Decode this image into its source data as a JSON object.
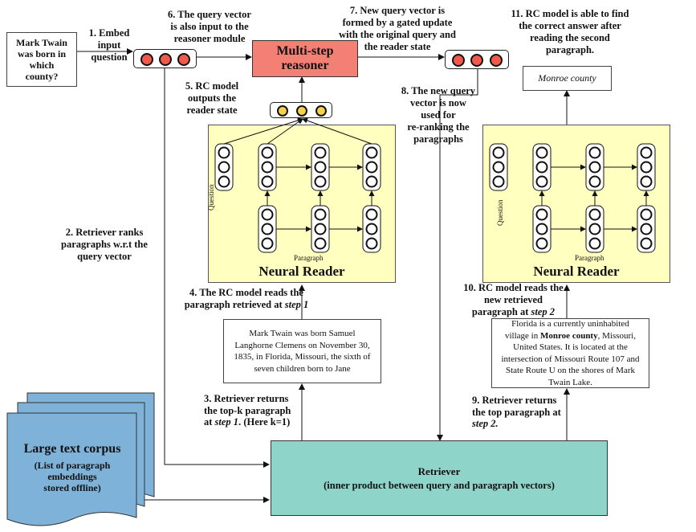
{
  "question_box": {
    "text": "Mark Twain\nwas born in\nwhich\ncounty?"
  },
  "reasoner": {
    "label": "Multi-step\nreasoner",
    "color": "#f47f75"
  },
  "answer_box": {
    "text": "Monroe county"
  },
  "reader_left": {
    "title": "Neural Reader",
    "question_label": "Question",
    "paragraph_label": "Paragraph"
  },
  "reader_right": {
    "title": "Neural Reader",
    "question_label": "Question",
    "paragraph_label": "Paragraph"
  },
  "paragraph_step1": {
    "text": "Mark Twain was born Samuel Langhorne Clemens on November 30, 1835, in Florida, Missouri, the sixth of seven children born to Jane"
  },
  "paragraph_step2": {
    "text_before": "Florida is a currently uninhabited village in ",
    "text_bold": "Monroe county",
    "text_after": ", Missouri, United States.  It is located at the intersection of Missouri Route 107 and State Route U on the shores of Mark Twain Lake."
  },
  "corpus": {
    "title": "Large text corpus",
    "subtitle": "(List of paragraph\nembeddings\nstored offline)",
    "color": "#7fb2d9"
  },
  "retriever": {
    "title": "Retriever",
    "subtitle": "(inner product between query and paragraph vectors)",
    "color": "#8ed4c8"
  },
  "annotations": {
    "a1": "1. Embed input\nquestion",
    "a2": "2. Retriever ranks\nparagraphs w.r.t the\nquery vector",
    "a3_pre": "3. Retriever returns\nthe top-k paragraph\nat ",
    "a3_step": "step 1",
    "a3_post": ". (Here k=1)",
    "a4_pre": "4. The RC model reads the\nparagraph retrieved at ",
    "a4_step": "step 1",
    "a5": "5. RC model\noutputs the\nreader state",
    "a6": "6. The query vector\nis also input to the\nreasoner module",
    "a7": "7. New query vector is\nformed by a gated update\nwith the original query and\nthe reader state",
    "a8": "8. The new query\nvector is now\nused for\nre-ranking the\nparagraphs",
    "a9_pre": "9. Retriever returns\nthe top paragraph at\n",
    "a9_step": "step 2.",
    "a10_pre": "10. RC model reads the\nnew retrieved\nparagraph at ",
    "a10_step": "step 2",
    "a11": "11. RC model is able to find\nthe correct answer after\nreading the second\nparagraph."
  }
}
